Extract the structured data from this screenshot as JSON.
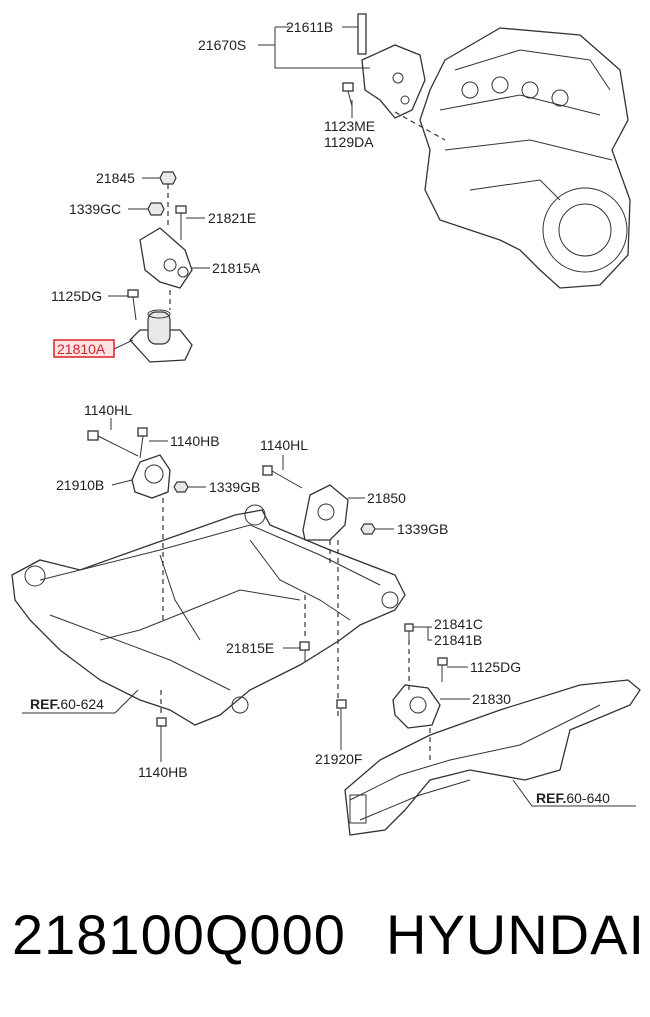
{
  "labels": {
    "l21611b": "21611B",
    "l21670s": "21670S",
    "l1123me": "1123ME",
    "l1129da": "1129DA",
    "l21845": "21845",
    "l1339gc": "1339GC",
    "l21821e": "21821E",
    "l21815a": "21815A",
    "l1125dg_a": "1125DG",
    "l21810a": "21810A",
    "l1140hl_a": "1140HL",
    "l1140hb_a": "1140HB",
    "l21910b": "21910B",
    "l1339gb_a": "1339GB",
    "l1140hl_b": "1140HL",
    "l21850": "21850",
    "l1339gb_b": "1339GB",
    "l21841c": "21841C",
    "l21841b": "21841B",
    "l21815e": "21815E",
    "l1125dg_b": "1125DG",
    "l21830": "21830",
    "l21920f": "21920F",
    "l1140hb_b": "1140HB",
    "ref1_prefix": "REF.",
    "ref1_num": "60-624",
    "ref2_prefix": "REF.",
    "ref2_num": "60-640"
  },
  "footer": {
    "part_number": "218100Q000",
    "brand": "HYUNDAI"
  },
  "colors": {
    "highlight": "#d8202a",
    "line": "#333333"
  }
}
